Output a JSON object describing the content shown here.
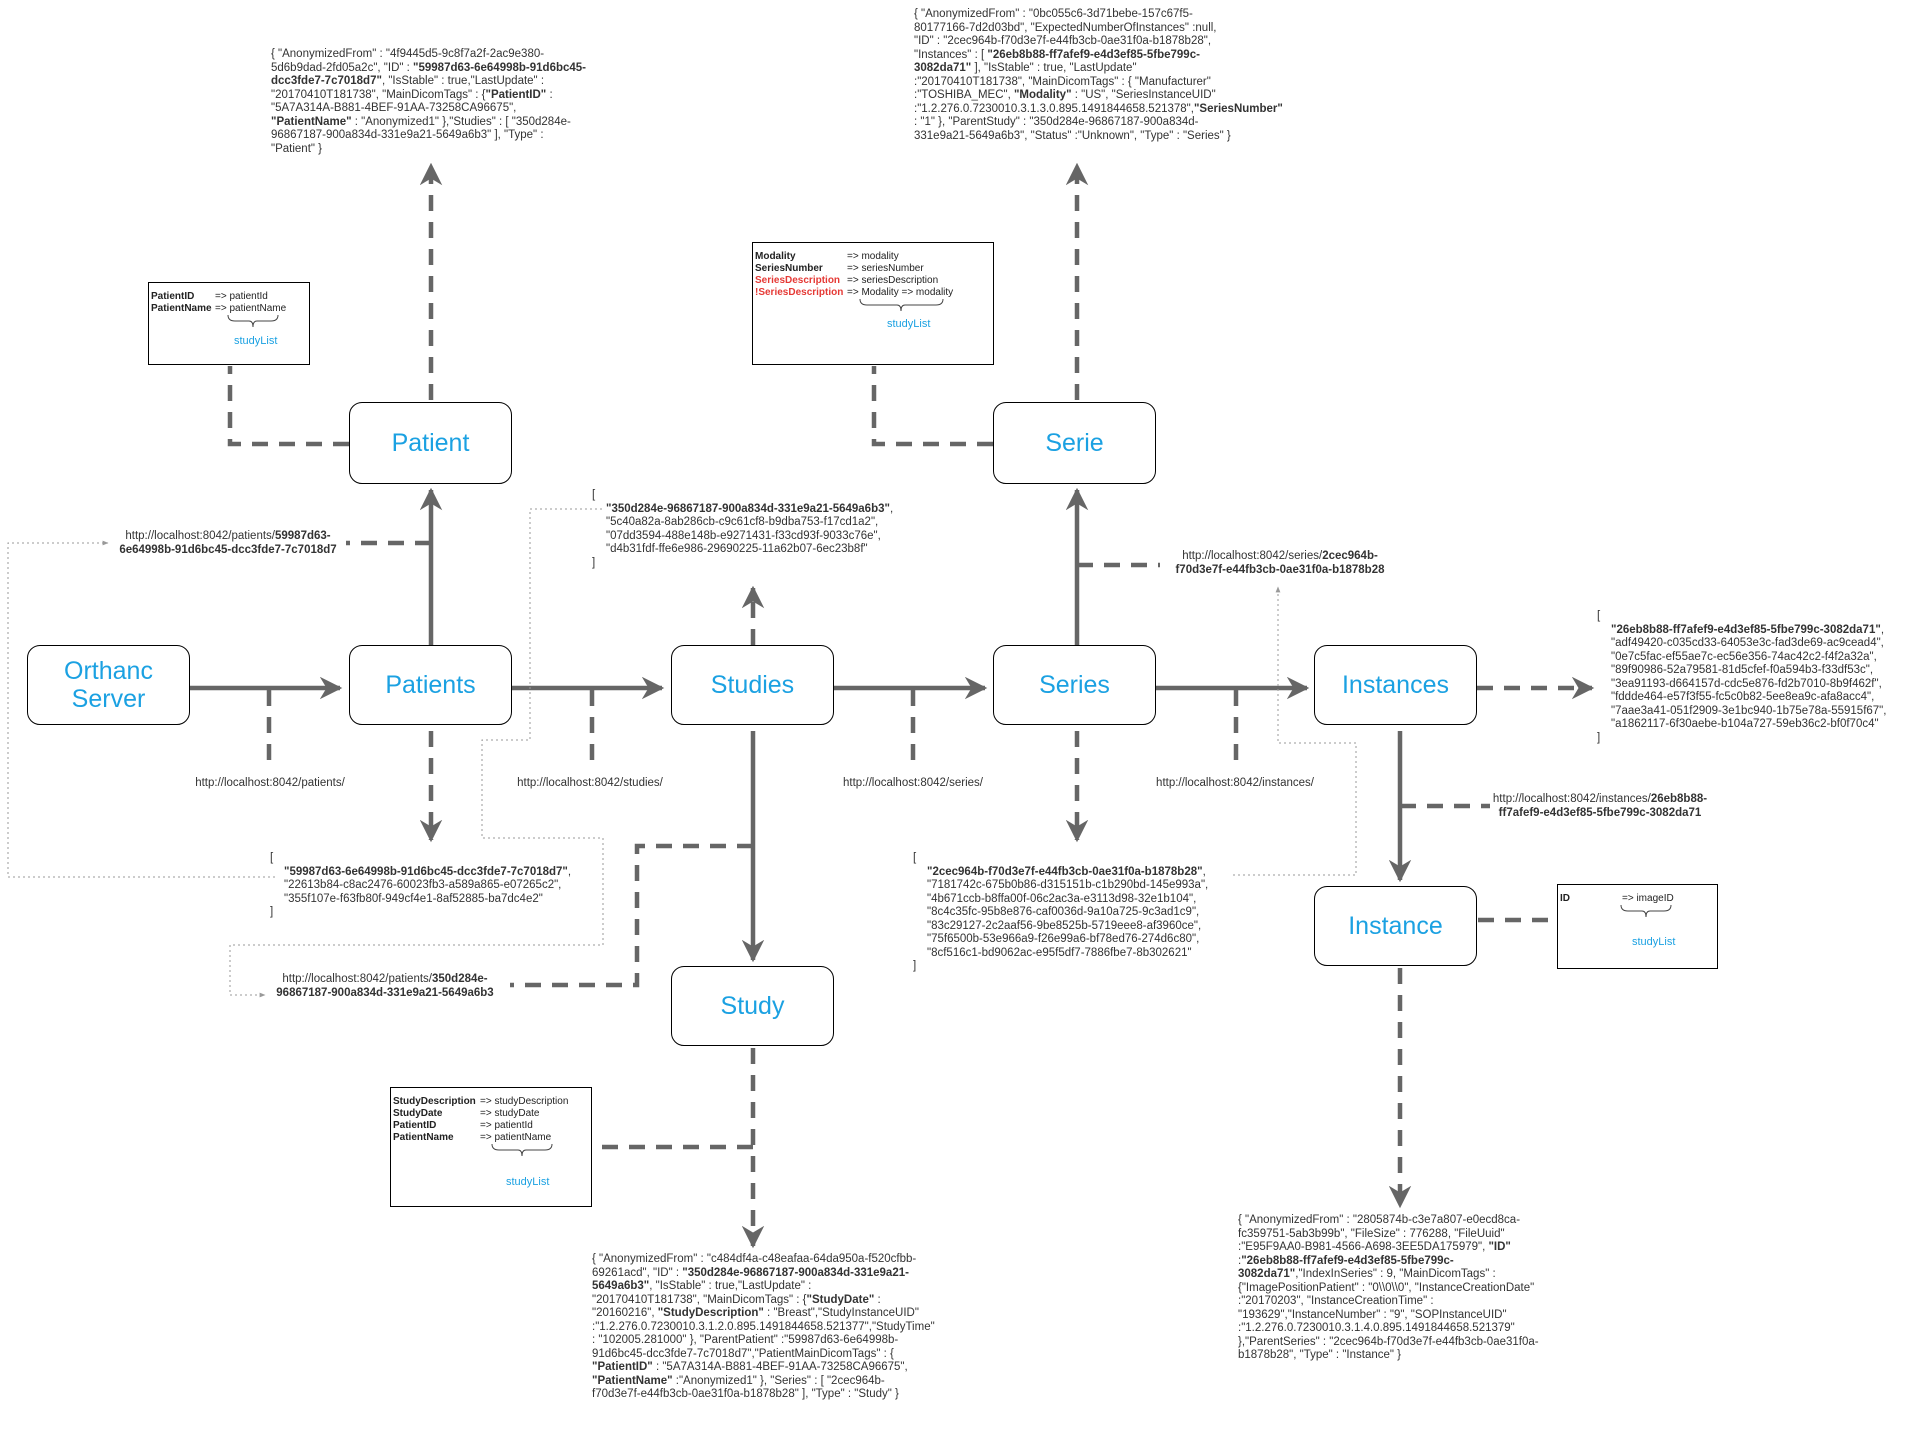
{
  "nodes": {
    "orthanc": "Orthanc Server",
    "patients": "Patients",
    "studies": "Studies",
    "series": "Series",
    "instances": "Instances",
    "patient": "Patient",
    "study": "Study",
    "serie": "Serie",
    "instance": "Instance"
  },
  "urls": {
    "patients": "http://localhost:8042/patients/",
    "studies": "http://localhost:8042/studies/",
    "series": "http://localhost:8042/series/",
    "instances": "http://localhost:8042/instances/",
    "patient_prefix": "http://localhost:8042/patients/",
    "patient_id_a": "59987d63-",
    "patient_id_b": "6e64998b-91d6bc45-dcc3fde7-7c7018d7",
    "study_prefix": "http://localhost:8042/patients/",
    "study_id_a": "350d284e-",
    "study_id_b": "96867187-900a834d-331e9a21-5649a6b3",
    "serie_prefix": "http://localhost:8042/series/",
    "serie_id_a": "2cec964b-",
    "serie_id_b": "f70d3e7f-e44fb3cb-0ae31f0a-b1878b28",
    "instance_prefix": "http://localhost:8042/instances/",
    "instance_id_a": "26eb8b88-",
    "instance_id_b": "ff7afef9-e4d3ef85-5fbe799c-3082da71"
  },
  "mappings": {
    "patient": [
      {
        "key": "PatientID",
        "value": "=> patientId",
        "red": false
      },
      {
        "key": "PatientName",
        "value": "=> patientName",
        "red": false
      }
    ],
    "serie": [
      {
        "key": "Modality",
        "value": "=> modality",
        "red": false
      },
      {
        "key": "SeriesNumber",
        "value": "=> seriesNumber",
        "red": false
      },
      {
        "key": "SeriesDescription",
        "value": "=> seriesDescription",
        "red": true
      },
      {
        "key": "!SeriesDescription",
        "value": "=> Modality => modality",
        "red": true
      }
    ],
    "study": [
      {
        "key": "StudyDescription",
        "value": "=> studyDescription",
        "red": false
      },
      {
        "key": "StudyDate",
        "value": "=> studyDate",
        "red": false
      },
      {
        "key": "PatientID",
        "value": "=> patientId",
        "red": false
      },
      {
        "key": "PatientName",
        "value": "=> patientName",
        "red": false
      }
    ],
    "instance": [
      {
        "key": "ID",
        "value": "=> imageID",
        "red": false
      }
    ],
    "study_list_label": "studyList"
  },
  "lists": {
    "patients": {
      "open": "[",
      "first": "\"59987d63-6e64998b-91d6bc45-dcc3fde7-7c7018d7\"",
      "rest": [
        "\"22613b84-c8ac2476-60023fb3-a589a865-e07265c2\",",
        "\"355f107e-f63fb80f-949cf4e1-8af52885-ba7dc4e2\""
      ],
      "close": "]"
    },
    "studies": {
      "open": "[",
      "first": "\"350d284e-96867187-900a834d-331e9a21-5649a6b3\"",
      "rest": [
        "\"5c40a82a-8ab286cb-c9c61cf8-b9dba753-f17cd1a2\",",
        "\"07dd3594-488e148b-e9271431-f33cd93f-9033c76e\",",
        "\"d4b31fdf-ffe6e986-29690225-11a62b07-6ec23b8f\""
      ],
      "close": "]"
    },
    "series": {
      "open": "[",
      "first": "\"2cec964b-f70d3e7f-e44fb3cb-0ae31f0a-b1878b28\"",
      "rest": [
        "\"7181742c-675b0b86-d315151b-c1b290bd-145e993a\",",
        "\"4b671ccb-b8ffa00f-06c2ac3a-e3113d98-32e1b104\",",
        "\"8c4c35fc-95b8e876-caf0036d-9a10a725-9c3ad1c9\",",
        "\"83c29127-2c2aaf56-9be8525b-5719eee8-af3960ce\",",
        "\"75f6500b-53e966a9-f26e99a6-bf78ed76-274d6c80\",",
        "\"8cf516c1-bd9062ac-e95f5df7-7886fbe7-8b302621\""
      ],
      "close": "]"
    },
    "instances": {
      "open": "[",
      "first": "\"26eb8b88-ff7afef9-e4d3ef85-5fbe799c-3082da71\"",
      "rest": [
        "\"adf49420-c035cd33-64053e3c-fad3de69-ac9cead4\",",
        "\"0e7c5fac-ef55ae7c-ec56e356-74ac42c2-f4f2a32a\",",
        "\"89f90986-52a79581-81d5cfef-f0a594b3-f33df53c\",",
        "\"3ea91193-d664157d-cdc5e876-fd2b7010-8b9f462f\",",
        "\"fddde464-e57f3f55-fc5c0b82-5ee8ea9c-afa8acc4\",",
        "\"7aae3a41-051f2909-3e1bc940-1b75e78a-55915f67\",",
        "\"a1862117-6f30aebe-b104a727-59eb36c2-bf0f70c4\""
      ],
      "close": "]"
    }
  },
  "json_blocks": {
    "patient": [
      {
        "t": "{ \"AnonymizedFrom\" : \"4f9445d5-9c8f7a2f-2ac9e380-"
      },
      {
        "t": "5d6b9dad-2fd05a2c\", \"ID\" : "
      },
      {
        "t": "\"59987d63-6e64998b-",
        "b": true
      },
      {
        "t": "91d6bc45-dcc3fde7-7c7018d7\"",
        "b": true
      },
      {
        "t": ", \"IsStable\" : true,"
      },
      {
        "t": "\"LastUpdate\" : \"20170410T181738\", \"MainDicomTags\" : {"
      },
      {
        "t": "\"PatientID\"",
        "b": true
      },
      {
        "t": " : \"5A7A314A-B881-4BEF-91AA-"
      },
      {
        "t": "73258CA96675\", "
      },
      {
        "t": "\"PatientName\"",
        "b": true
      },
      {
        "t": " : \"Anonymized1\" },"
      },
      {
        "t": "\"Studies\" : [ \"350d284e-96867187-900a834d-331e9a21-"
      },
      {
        "t": "5649a6b3\" ], \"Type\" : \"Patient\" }"
      }
    ],
    "serie": [
      {
        "t": "{ \"AnonymizedFrom\" : \"0bc055c6-3d71bebe-157c67f5-"
      },
      {
        "t": "80177166-7d2d03bd\", \"ExpectedNumberOfInstances\" :"
      },
      {
        "t": "null, \"ID\" : \"2cec964b-f70d3e7f-e44fb3cb-0ae31f0a-"
      },
      {
        "t": "b1878b28\", \"Instances\" : [ "
      },
      {
        "t": "\"26eb8b88-ff7afef9-e4d3ef85-",
        "b": true
      },
      {
        "t": "5fbe799c-3082da71\"",
        "b": true
      },
      {
        "t": " ], \"IsStable\" : true, \"LastUpdate\" :"
      },
      {
        "t": "\"20170410T181738\", \"MainDicomTags\" : { \"Manufacturer\" :"
      },
      {
        "t": "\"TOSHIBA_MEC\", "
      },
      {
        "t": "\"Modality\"",
        "b": true
      },
      {
        "t": " : \"US\", \"SeriesInstanceUID\" :"
      },
      {
        "t": "\"1.2.276.0.7230010.3.1.3.0.895.1491844658.521378\","
      },
      {
        "t": "\"SeriesNumber\"",
        "b": true
      },
      {
        "t": " : \"1\" }, \"ParentStudy\" : \"350d284e-"
      },
      {
        "t": "96867187-900a834d-331e9a21-5649a6b3\", \"Status\" :"
      },
      {
        "t": "\"Unknown\", \"Type\" : \"Series\" }"
      }
    ],
    "study": [
      {
        "t": "{ \"AnonymizedFrom\" : \"c484df4a-c48eafaa-64da950a-"
      },
      {
        "t": "f520cfbb-69261acd\", \"ID\" : "
      },
      {
        "t": "\"350d284e-96867187-",
        "b": true
      },
      {
        "t": "900a834d-331e9a21-5649a6b3\"",
        "b": true
      },
      {
        "t": ", \"IsStable\" : true,"
      },
      {
        "t": "\"LastUpdate\" : \"20170410T181738\", \"MainDicomTags\" : {"
      },
      {
        "t": "\"StudyDate\"",
        "b": true
      },
      {
        "t": " : \"20160216\", "
      },
      {
        "t": "\"StudyDescription\"",
        "b": true
      },
      {
        "t": " : \"Breast\","
      },
      {
        "t": "\"StudyInstanceUID\" :"
      },
      {
        "t": "\"1.2.276.0.7230010.3.1.2.0.895.1491844658.521377\","
      },
      {
        "t": "\"StudyTime\" : \"102005.281000\" }, \"ParentPatient\" :"
      },
      {
        "t": "\"59987d63-6e64998b-91d6bc45-dcc3fde7-7c7018d7\","
      },
      {
        "t": "\"PatientMainDicomTags\" : { "
      },
      {
        "t": "\"PatientID\"",
        "b": true
      },
      {
        "t": " : \"5A7A314A-B881-"
      },
      {
        "t": "4BEF-91AA-73258CA96675\", "
      },
      {
        "t": "\"PatientName\"",
        "b": true
      },
      {
        "t": " :"
      },
      {
        "t": "\"Anonymized1\" }, \"Series\" : [ \"2cec964b-f70d3e7f-"
      },
      {
        "t": "e44fb3cb-0ae31f0a-b1878b28\" ], \"Type\" : \"Study\" }"
      }
    ],
    "instance": [
      {
        "t": "{ \"AnonymizedFrom\" : \"2805874b-c3e7a807-e0ecd8ca-"
      },
      {
        "t": "fc359751-5ab3b99b\", \"FileSize\" : 776288, \"FileUuid\" :"
      },
      {
        "t": "\"E95F9AA0-B981-4566-A698-3EE5DA175979\", "
      },
      {
        "t": "\"ID\"",
        "b": true
      },
      {
        "t": " :"
      },
      {
        "t": "\"26eb8b88-ff7afef9-e4d3ef85-5fbe799c-3082da71\"",
        "b": true
      },
      {
        "t": ","
      },
      {
        "t": "\"IndexInSeries\" : 9, \"MainDicomTags\" : {"
      },
      {
        "t": "\"ImagePositionPatient\" : \"0\\\\0\\\\0\", \"InstanceCreationDate\" :"
      },
      {
        "t": "\"20170203\", \"InstanceCreationTime\" : \"193629\","
      },
      {
        "t": "\"InstanceNumber\" : \"9\", \"SOPInstanceUID\" :"
      },
      {
        "t": "\"1.2.276.0.7230010.3.1.4.0.895.1491844658.521379\" },"
      },
      {
        "t": "\"ParentSeries\" : \"2cec964b-f70d3e7f-e44fb3cb-0ae31f0a-"
      },
      {
        "t": "b1878b28\", \"Type\" : \"Instance\" }"
      }
    ]
  },
  "colors": {
    "node_text": "#1ba1e2",
    "edge": "#666666",
    "dotted": "#999999",
    "highlight_key": "#e53935"
  }
}
